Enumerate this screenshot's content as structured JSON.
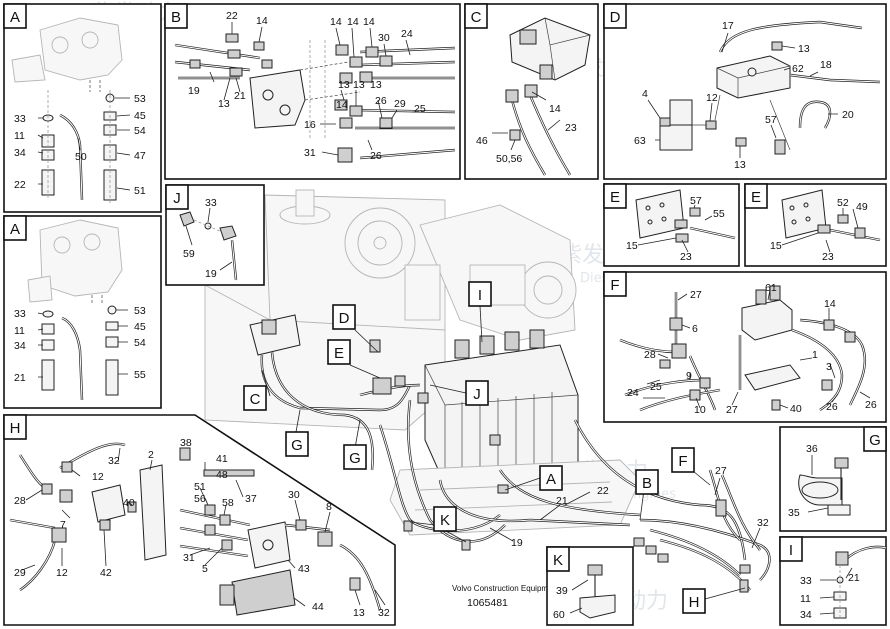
{
  "diagram": {
    "catalog_caption": "Volvo Construction Equipment",
    "drawing_number": "1065481",
    "watermark_cn": "紫发动力",
    "watermark_en": "Diesel-Engines",
    "panels": [
      {
        "key": "A1",
        "letter": "A",
        "numbers": [
          "33",
          "11",
          "34",
          "22",
          "50",
          "53",
          "45",
          "54",
          "47",
          "51"
        ]
      },
      {
        "key": "A2",
        "letter": "A",
        "numbers": [
          "33",
          "11",
          "34",
          "21",
          "53",
          "45",
          "54",
          "55"
        ]
      },
      {
        "key": "B",
        "letter": "B",
        "numbers": [
          "22",
          "14",
          "14",
          "14",
          "14",
          "30",
          "24",
          "13",
          "13",
          "13",
          "13",
          "14",
          "19",
          "21",
          "26",
          "16",
          "29",
          "25",
          "31",
          "26"
        ]
      },
      {
        "key": "C",
        "letter": "C",
        "numbers": [
          "14",
          "46",
          "23",
          "50,56"
        ]
      },
      {
        "key": "D",
        "letter": "D",
        "numbers": [
          "17",
          "13",
          "62",
          "18",
          "4",
          "12",
          "20",
          "57",
          "63",
          "13"
        ]
      },
      {
        "key": "E1",
        "letter": "E",
        "numbers": [
          "57",
          "55",
          "15",
          "23"
        ]
      },
      {
        "key": "E2",
        "letter": "E",
        "numbers": [
          "52",
          "49",
          "15",
          "23"
        ]
      },
      {
        "key": "F",
        "letter": "F",
        "numbers": [
          "27",
          "61",
          "6",
          "14",
          "28",
          "1",
          "3",
          "9",
          "25",
          "24",
          "10",
          "27",
          "40",
          "26",
          "26"
        ]
      },
      {
        "key": "J",
        "letter": "J",
        "numbers": [
          "33",
          "59",
          "19"
        ]
      },
      {
        "key": "H",
        "letter": "H",
        "numbers": [
          "38",
          "2",
          "32",
          "12",
          "28",
          "41",
          "48",
          "37",
          "7",
          "40",
          "51",
          "56",
          "58",
          "30",
          "8",
          "29",
          "12",
          "42",
          "31",
          "5",
          "43",
          "44",
          "13",
          "32"
        ]
      },
      {
        "key": "G",
        "letter": "G",
        "numbers": [
          "36",
          "35"
        ]
      },
      {
        "key": "K",
        "letter": "K",
        "numbers": [
          "39",
          "60"
        ]
      },
      {
        "key": "I",
        "letter": "I",
        "numbers": [
          "21",
          "33",
          "11",
          "34"
        ]
      }
    ],
    "main_view": {
      "callouts": [
        "D",
        "I",
        "E",
        "J",
        "C",
        "G",
        "G",
        "K",
        "A",
        "B",
        "F",
        "H"
      ],
      "numbers": [
        "22",
        "21",
        "19",
        "27",
        "32"
      ]
    }
  }
}
